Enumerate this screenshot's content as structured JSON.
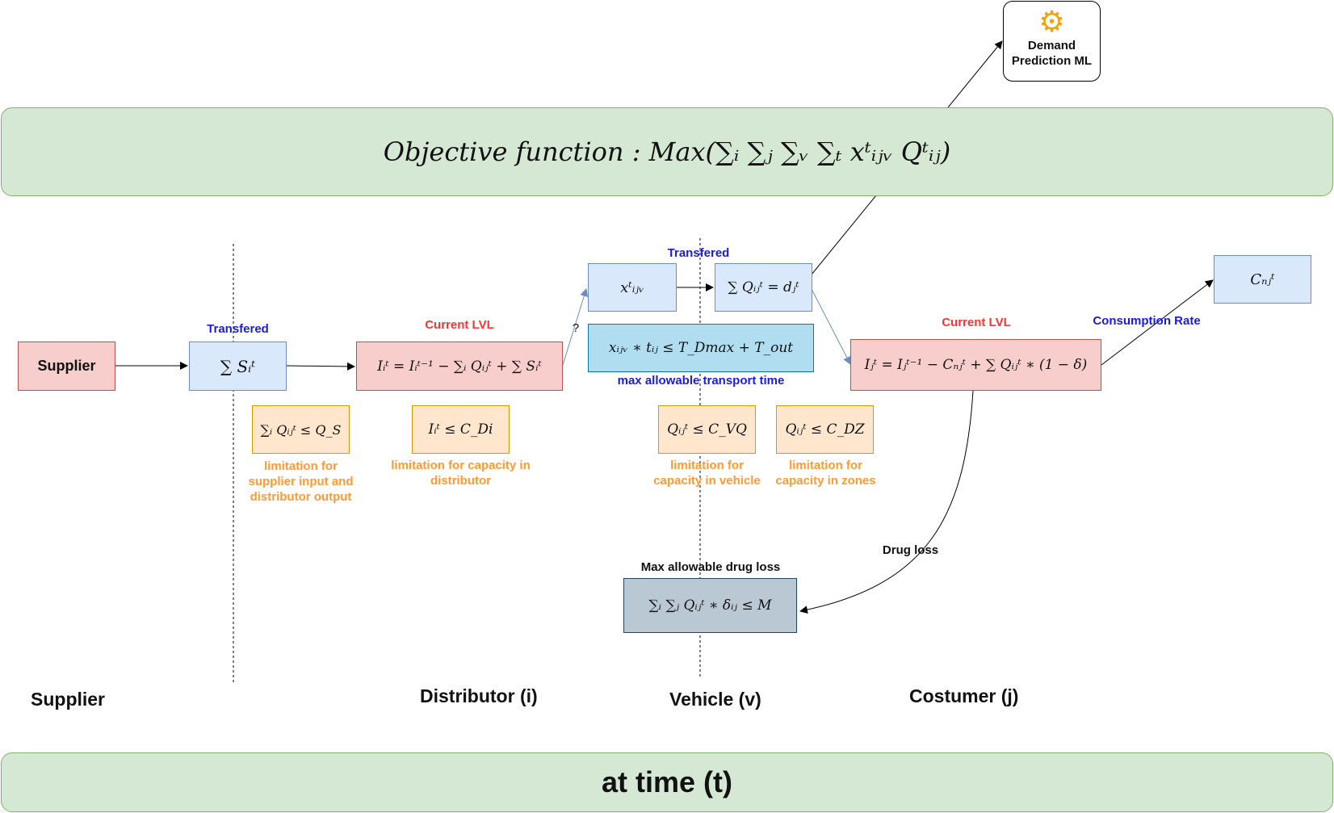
{
  "objective": {
    "text": "Objective function : Max(∑ᵢ ∑ⱼ ∑ᵥ ∑ₜ xᵗᵢⱼᵥ Qᵗᵢⱼ)"
  },
  "time_banner": {
    "text": "at time (t)"
  },
  "ml_box": {
    "label": "Demand Prediction ML",
    "icon": "gear-icon"
  },
  "nodes": {
    "supplier": "Supplier",
    "transfer_sum": "∑ Sᵢᵗ",
    "distributor_inventory": "Iᵢᵗ = Iᵢᵗ⁻¹ − ∑ᵢ Qᵢⱼᵗ + ∑ Sᵢᵗ",
    "x_var": "xᵗᵢⱼᵥ",
    "demand_eq": "∑ Qᵢⱼᵗ = dⱼᵗ",
    "transport_time": "xᵢⱼᵥ ∗ tᵢⱼ ≤ T_Dmax + T_out",
    "consumption": "Cₙⱼᵗ",
    "customer_inventory": "Iⱼᵗ = Iⱼᵗ⁻¹ − Cₙⱼᵗ + ∑ Qᵢⱼᵗ ∗ (1 − δ)",
    "drug_loss_eq": "∑ᵢ ∑ⱼ Qᵢⱼᵗ ∗ δᵢⱼ ≤ M"
  },
  "constraints": {
    "supplier": "∑ᵢ Qᵢⱼᵗ ≤ Q_S",
    "distributor": "Iᵢᵗ ≤ C_Di",
    "vehicle": "Qᵢⱼᵗ ≤ C_VQ",
    "zones": "Qᵢⱼᵗ ≤ C_DZ"
  },
  "labels": {
    "transfered_1": "Transfered",
    "transfered_2": "Transfered",
    "current_lvl_1": "Current LVL",
    "current_lvl_2": "Current LVL",
    "consumption_rate": "Consumption Rate",
    "max_transport_time": "max allowable transport time",
    "max_drug_loss": "Max allowable drug loss",
    "drug_loss": "Drug loss",
    "question": "?",
    "lim_supplier": "limitation for supplier input and distributor output",
    "lim_distributor": "limitation for capacity in distributor",
    "lim_vehicle": "limitation for capacity in vehicle",
    "lim_zones": "limitation for capacity in zones"
  },
  "columns": {
    "supplier": "Supplier",
    "distributor": "Distributor (i)",
    "vehicle": "Vehicle (v)",
    "customer": "Costumer (j)"
  },
  "colors": {
    "blue_fill": "#dae8fc",
    "red_fill": "#f8cecc",
    "orange_fill": "#ffe6cc",
    "green_fill": "#d5e8d4",
    "cyan_fill": "#b1ddf0",
    "slate_fill": "#bac8d3"
  }
}
